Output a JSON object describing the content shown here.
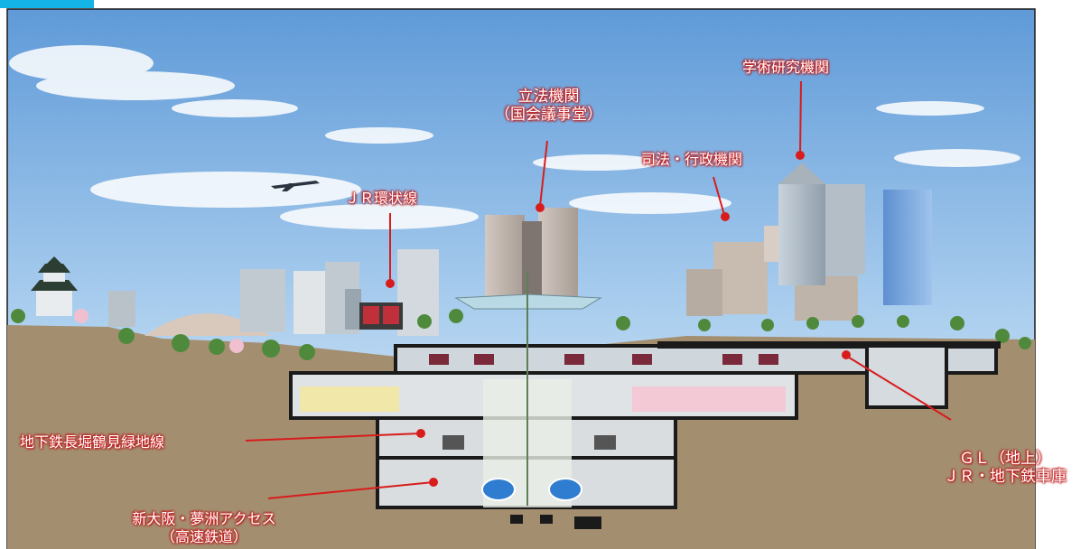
{
  "labels": {
    "academic": "学術研究機関",
    "legislative_line1": "立法機関",
    "legislative_line2": "（国会議事堂）",
    "judicial": "司法・行政機関",
    "jr_loop": "ＪＲ環状線",
    "subway_nagahori": "地下鉄長堀鶴見緑地線",
    "gl_line1": "ＧＬ（地上）",
    "gl_line2": "ＪＲ・地下鉄車庫",
    "shinosaka_line1": "新大阪・夢洲アクセス",
    "shinosaka_line2": "（高速鉄道）"
  },
  "colors": {
    "accent_red": "#d81c1c",
    "label_text": "#ffffff",
    "sky_top": "#6fa6dc",
    "ground": "#a48e70",
    "frame": "#1a1a1a"
  }
}
